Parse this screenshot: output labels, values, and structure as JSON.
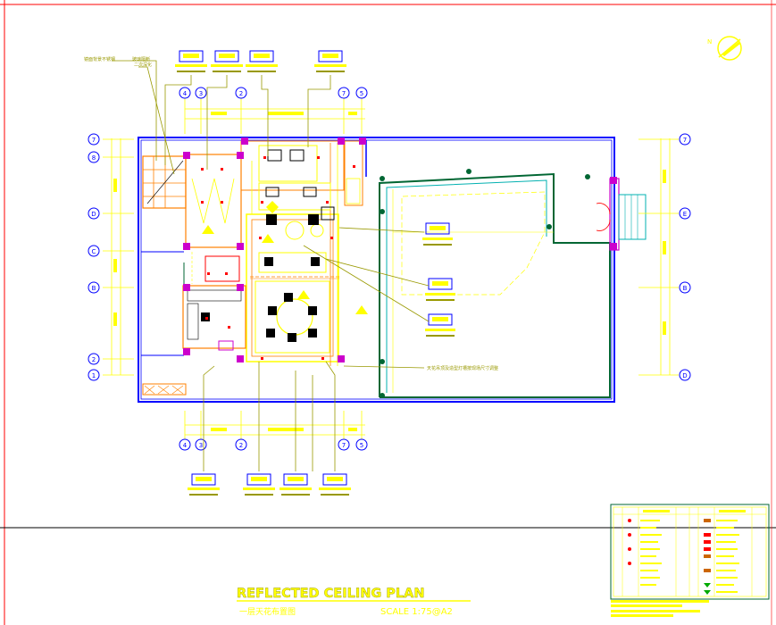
{
  "title_block": {
    "title": "REFLECTED CEILING PLAN",
    "subtitle_cn": "一层天花布置图",
    "scale": "SCALE  1:75@A2"
  },
  "annotations": {
    "note_top_left_1": "镜面背景不锈钢",
    "note_top_left_2": "玻璃隔断",
    "note_top_left_3": "二次深化",
    "note_right": "天花吊顶及造型灯槽按现场尺寸调整"
  },
  "grid_labels": {
    "top": [
      "4",
      "3",
      "2",
      "7",
      "5"
    ],
    "bottom": [
      "4",
      "3",
      "2",
      "7",
      "5"
    ],
    "left": [
      "7",
      "8",
      "D",
      "C",
      "B",
      "2",
      "1"
    ],
    "right": [
      "7",
      "E",
      "B",
      "D"
    ]
  },
  "colors": {
    "background": "#ffffff",
    "wall": "#0000ff",
    "cyan": "#00b0b0",
    "yellow": "#ffff00",
    "olive": "#999900",
    "magenta": "#cc00cc",
    "red": "#ff0000",
    "orange": "#ff8000",
    "dark_green": "#006633",
    "gold": "#e0c000"
  }
}
